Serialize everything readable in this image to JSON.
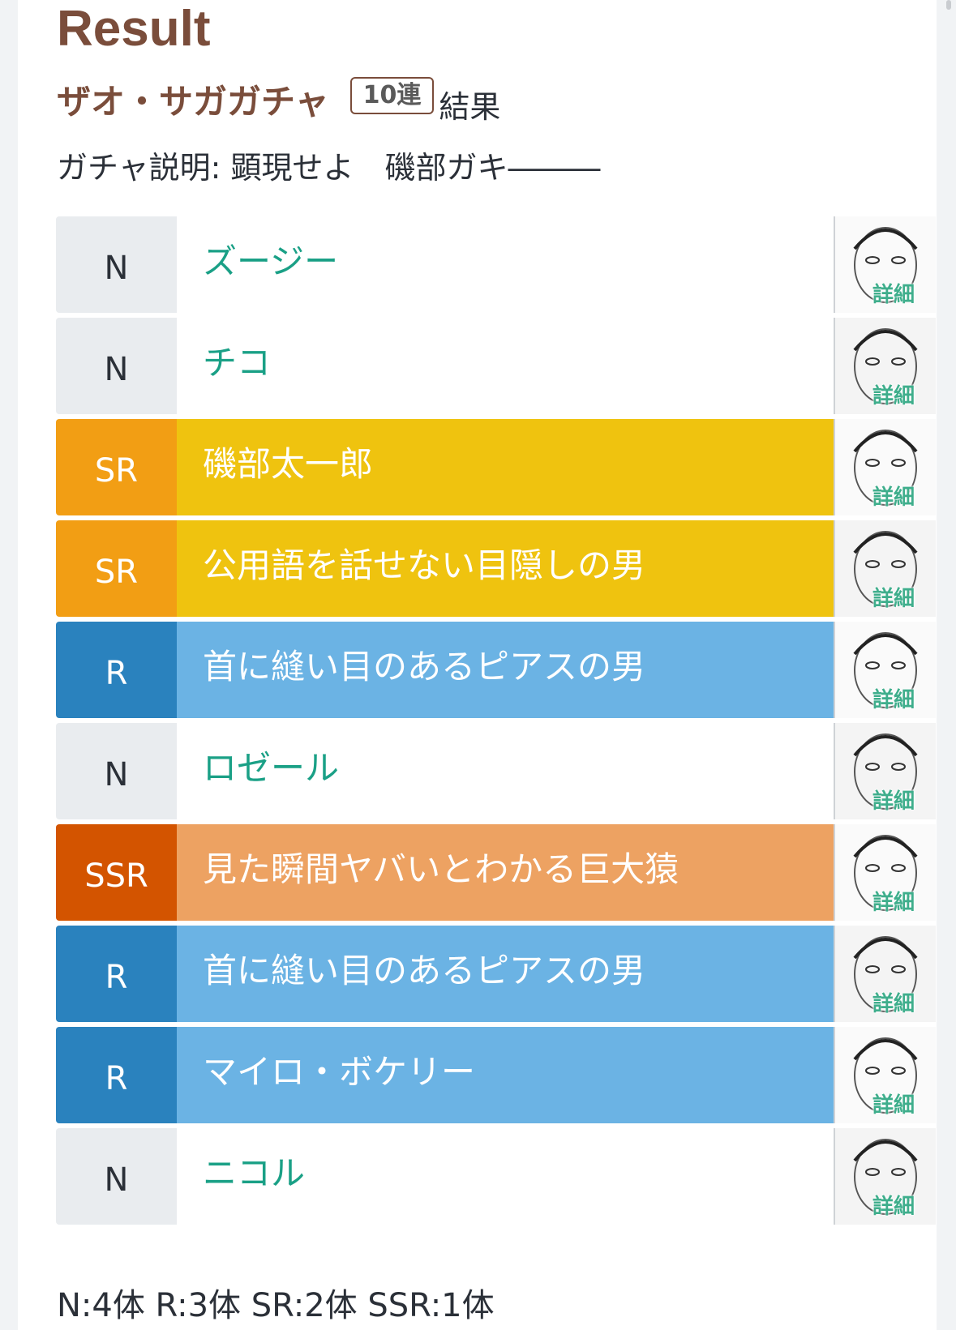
{
  "heading": "Result",
  "gacha": {
    "name": "ザオ・サガガチャ",
    "badge": "10連",
    "suffix": "結果",
    "description": "ガチャ説明: 顕現せよ　磯部ガキ―――"
  },
  "detail_label": "詳細",
  "results": [
    {
      "rarity": "N",
      "name": "ズージー"
    },
    {
      "rarity": "N",
      "name": "チコ"
    },
    {
      "rarity": "SR",
      "name": "磯部太一郎"
    },
    {
      "rarity": "SR",
      "name": "公用語を話せない目隠しの男"
    },
    {
      "rarity": "R",
      "name": "首に縫い目のあるピアスの男"
    },
    {
      "rarity": "N",
      "name": "ロゼール"
    },
    {
      "rarity": "SSR",
      "name": "見た瞬間ヤバいとわかる巨大猿"
    },
    {
      "rarity": "R",
      "name": "首に縫い目のあるピアスの男"
    },
    {
      "rarity": "R",
      "name": "マイロ・ボケリー"
    },
    {
      "rarity": "N",
      "name": "ニコル"
    }
  ],
  "summary": "N:4体 R:3体 SR:2体 SSR:1体",
  "colors": {
    "N_label": "#e9ecef",
    "N_name": "#1aa086",
    "R_label": "#2a82be",
    "R_bg": "#6bb3e4",
    "SR_label": "#f29e14",
    "SR_bg": "#efc30f",
    "SSR_label": "#d35400",
    "SSR_bg": "#eda262",
    "heading": "#7a4d3b"
  }
}
